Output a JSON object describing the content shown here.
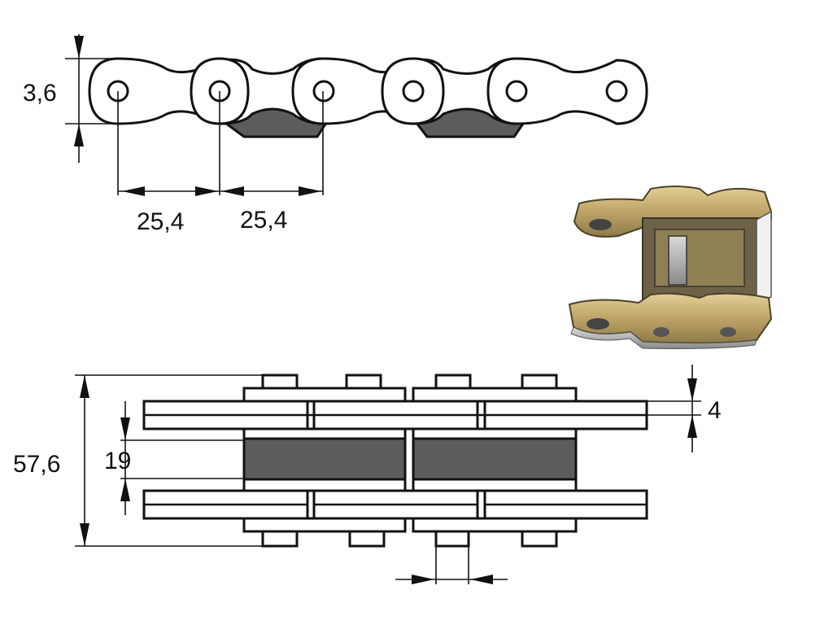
{
  "diagram": {
    "labels": {
      "plate_height": "3,6",
      "pitch_1": "25,4",
      "pitch_2": "25,4",
      "overall_width": "57,6",
      "inner_width": "19",
      "plate_thickness": "4"
    },
    "colors": {
      "outline": "#111111",
      "roller_fill": "#5c5c5c",
      "photo_gold": "#c9b07a",
      "photo_steel": "#9a9a9a"
    }
  }
}
